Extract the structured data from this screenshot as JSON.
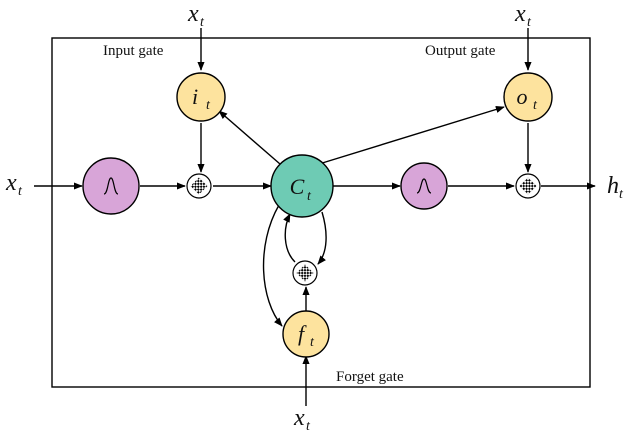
{
  "labels": {
    "input_gate": "Input gate",
    "output_gate": "Output gate",
    "forget_gate": "Forget gate"
  },
  "inputs": {
    "x_main": "x",
    "x_top_left": "x",
    "x_top_right": "x",
    "x_bottom": "x",
    "subscript": "t"
  },
  "output": {
    "h": "h",
    "subscript": "t"
  },
  "nodes": {
    "input_gate": {
      "symbol": "i",
      "subscript": "t"
    },
    "output_gate": {
      "symbol": "o",
      "subscript": "t"
    },
    "forget_gate": {
      "symbol": "f",
      "subscript": "t"
    },
    "cell": {
      "symbol": "C",
      "subscript": "t"
    }
  },
  "colors": {
    "gate_fill": "#fde39e",
    "cell_fill": "#6ecbb4",
    "activation_fill": "#d8a5d8",
    "stroke": "#000000"
  },
  "icons": {
    "activation": "tanh-wave-icon",
    "multiply": "checker-multiply-icon"
  }
}
